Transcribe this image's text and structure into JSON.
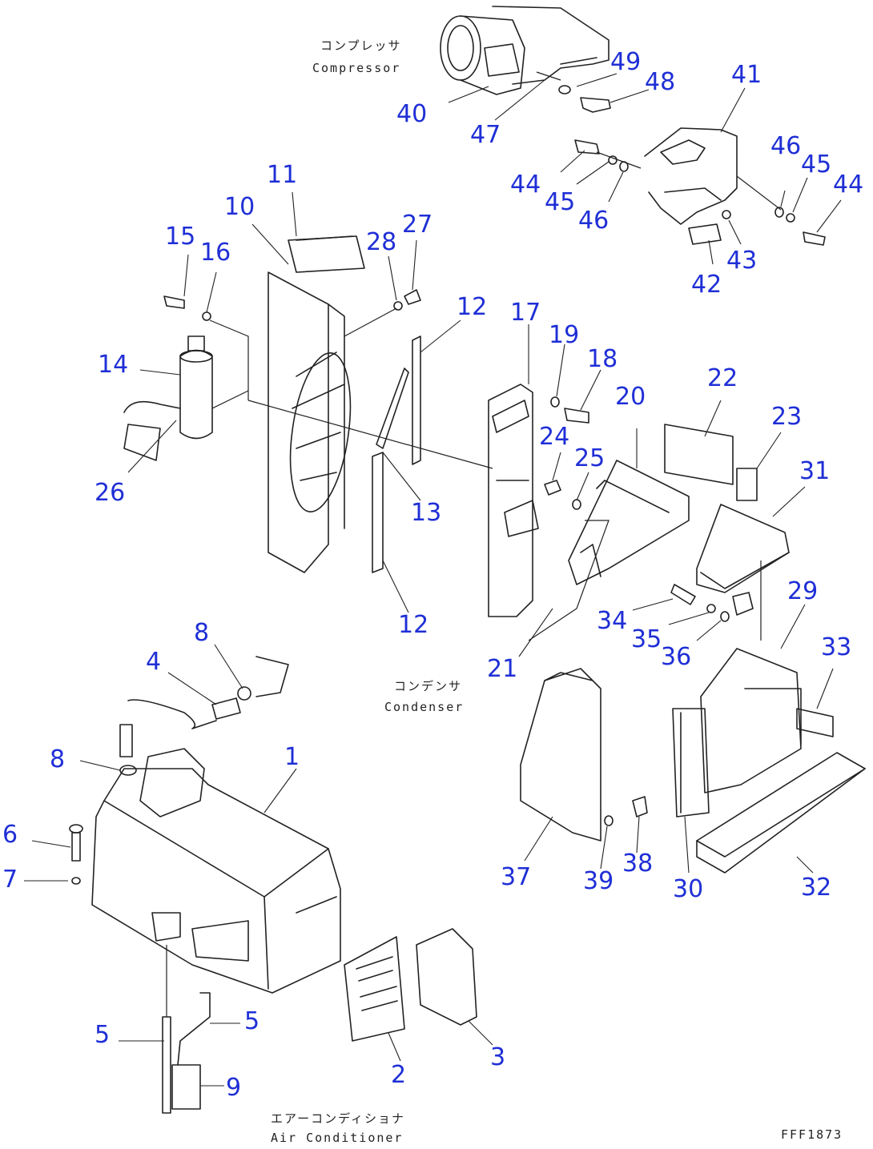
{
  "drawing_number": "FFF1873",
  "captions": {
    "compressor_jp": "コンプレッサ",
    "compressor_en": "Compressor",
    "condenser_jp": "コンデンサ",
    "condenser_en": "Condenser",
    "aircon_jp": "エアーコンディショナ",
    "aircon_en": "Air Conditioner"
  },
  "callouts": [
    "1",
    "2",
    "3",
    "4",
    "5",
    "5",
    "6",
    "7",
    "8",
    "8",
    "9",
    "10",
    "11",
    "12",
    "12",
    "13",
    "14",
    "15",
    "16",
    "17",
    "18",
    "19",
    "20",
    "21",
    "22",
    "23",
    "24",
    "25",
    "26",
    "27",
    "28",
    "29",
    "30",
    "31",
    "32",
    "33",
    "34",
    "35",
    "36",
    "37",
    "38",
    "39",
    "40",
    "41",
    "42",
    "43",
    "44",
    "44",
    "45",
    "45",
    "46",
    "46",
    "47",
    "48",
    "49"
  ],
  "colors": {
    "callout": "#1f2fd6",
    "linework": "#222222",
    "background": "#ffffff"
  }
}
